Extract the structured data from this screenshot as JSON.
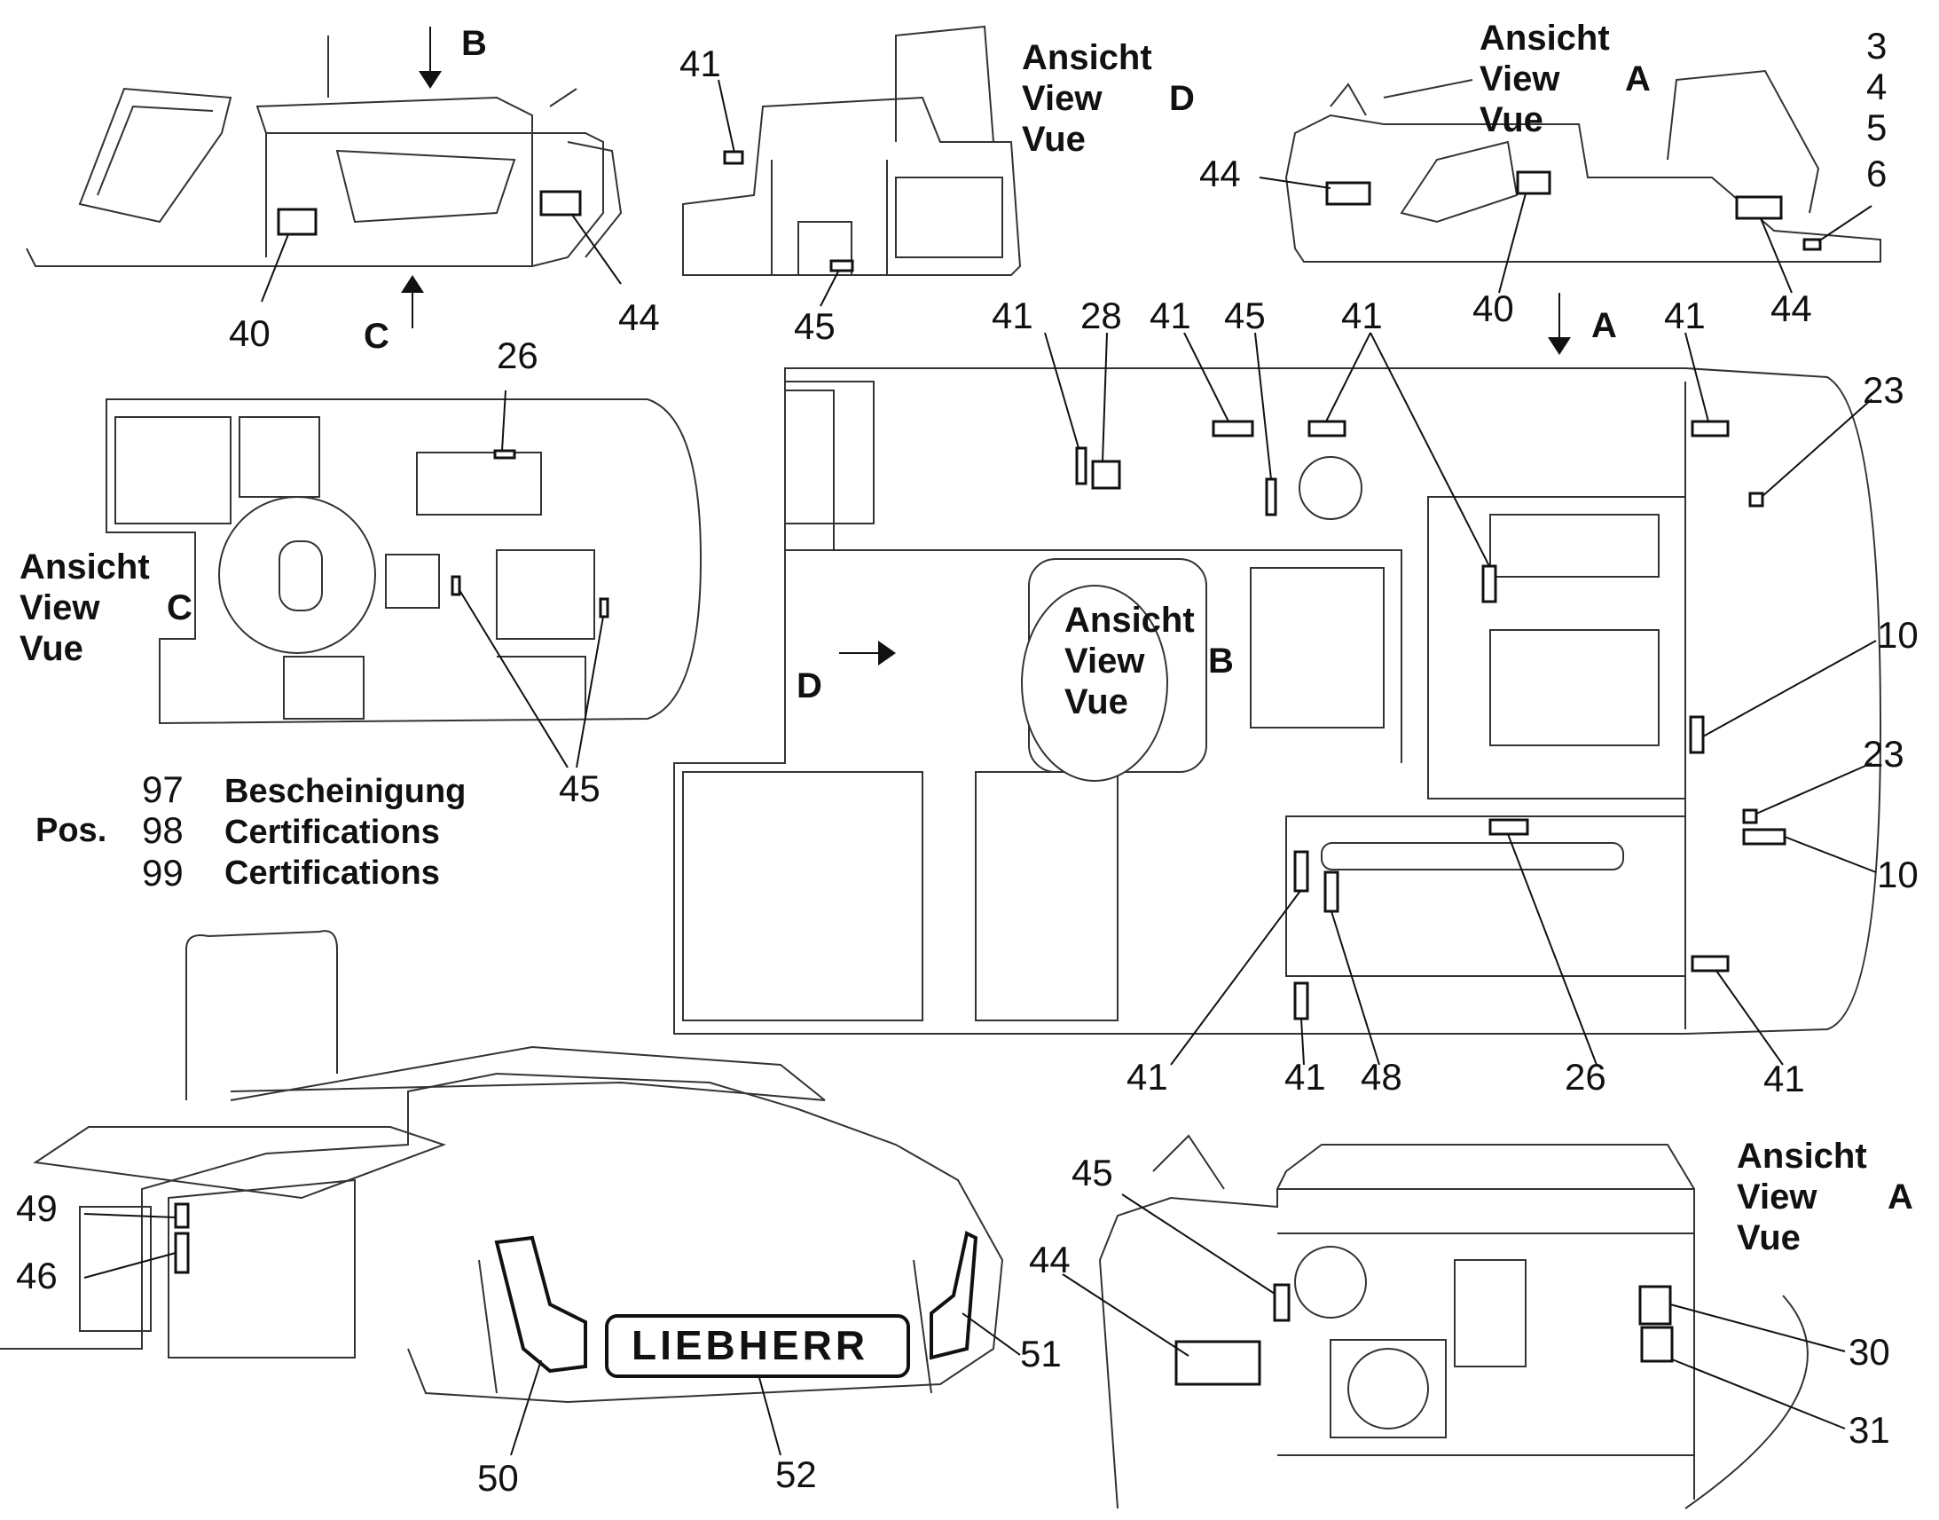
{
  "view_labels": {
    "ansicht": "Ansicht",
    "view": "View",
    "vue": "Vue",
    "A": "A",
    "B": "B",
    "C": "C",
    "D": "D"
  },
  "callouts": {
    "n3": "3",
    "n4": "4",
    "n5": "5",
    "n6": "6",
    "n10": "10",
    "n23": "23",
    "n26": "26",
    "n28": "28",
    "n30": "30",
    "n31": "31",
    "n40": "40",
    "n41": "41",
    "n44": "44",
    "n45": "45",
    "n46": "46",
    "n48": "48",
    "n49": "49",
    "n50": "50",
    "n51": "51",
    "n52": "52"
  },
  "positions": {
    "pos_label": "Pos.",
    "items": [
      {
        "num": "97",
        "text": "Bescheinigung"
      },
      {
        "num": "98",
        "text": "Certifications"
      },
      {
        "num": "99",
        "text": "Certifications"
      }
    ]
  },
  "logo_text": "LIEBHERR"
}
